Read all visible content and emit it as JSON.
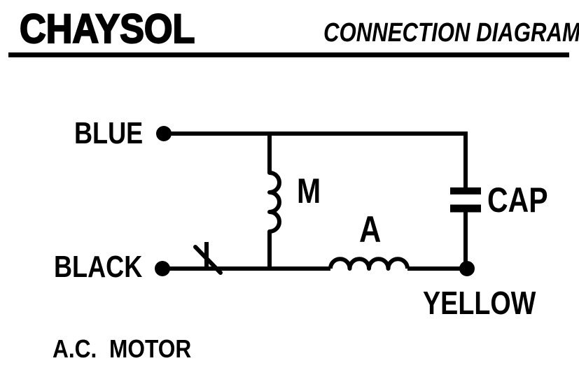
{
  "meta": {
    "background_color": "#ffffff",
    "ink_color": "#000000",
    "kind": "motor wiring connection diagram"
  },
  "header": {
    "brand": "CHAYSOL",
    "title": "CONNECTION DIAGRAM"
  },
  "diagram": {
    "terminals": {
      "blue": {
        "label": "BLUE"
      },
      "black": {
        "label": "BLACK"
      },
      "yellow": {
        "label": "YELLOW"
      }
    },
    "components": {
      "main_winding": {
        "label": "M",
        "symbol": "inductor-coil-vertical-3-arcs"
      },
      "aux_winding": {
        "label": "A",
        "symbol": "inductor-coil-horizontal-4-arcs"
      },
      "capacitor": {
        "label": "CAP",
        "symbol": "capacitor-two-plates"
      },
      "switch": {
        "symbol": "centrifugal-switch-blade"
      }
    }
  },
  "footer": {
    "caption": "A.C.  MOTOR"
  }
}
